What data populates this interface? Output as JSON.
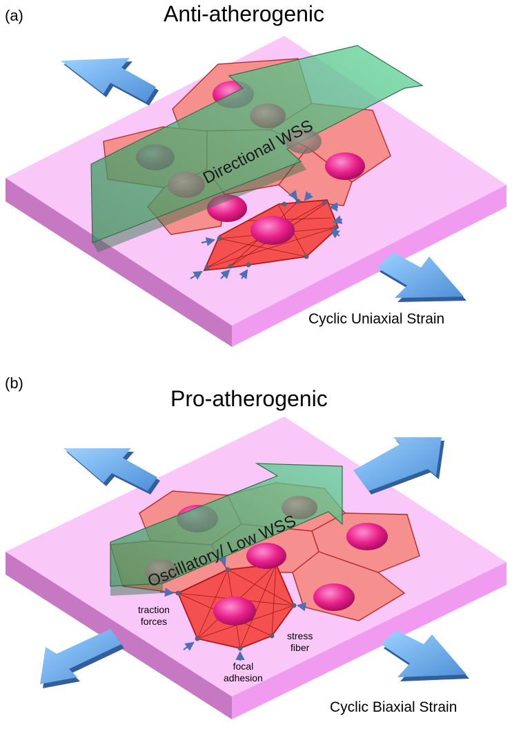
{
  "panel_a": {
    "letter": "(a)",
    "title": "Anti-atherogenic",
    "flow_label": "Directional WSS",
    "strain_label": "Cyclic Uniaxial Strain"
  },
  "panel_b": {
    "letter": "(b)",
    "title": "Pro-atherogenic",
    "flow_label": "Oscillatory/ Low WSS",
    "strain_label": "Cyclic Biaxial Strain",
    "annotations": {
      "traction_forces": [
        "traction",
        "forces"
      ],
      "focal_adhesion": [
        "focal",
        "adhesion"
      ],
      "stress_fiber": [
        "stress",
        "fiber"
      ]
    }
  },
  "colors": {
    "substrate_top": "#f9c8f9",
    "substrate_side_left": "#c778c3",
    "substrate_side_right": "#f09af0",
    "cell_fill": "#f5908f",
    "cell_highlight": "#f4504f",
    "nucleus": "#e8208a",
    "flow_arrow": "#4aa86b",
    "strain_arrow": "#6aaef0"
  }
}
